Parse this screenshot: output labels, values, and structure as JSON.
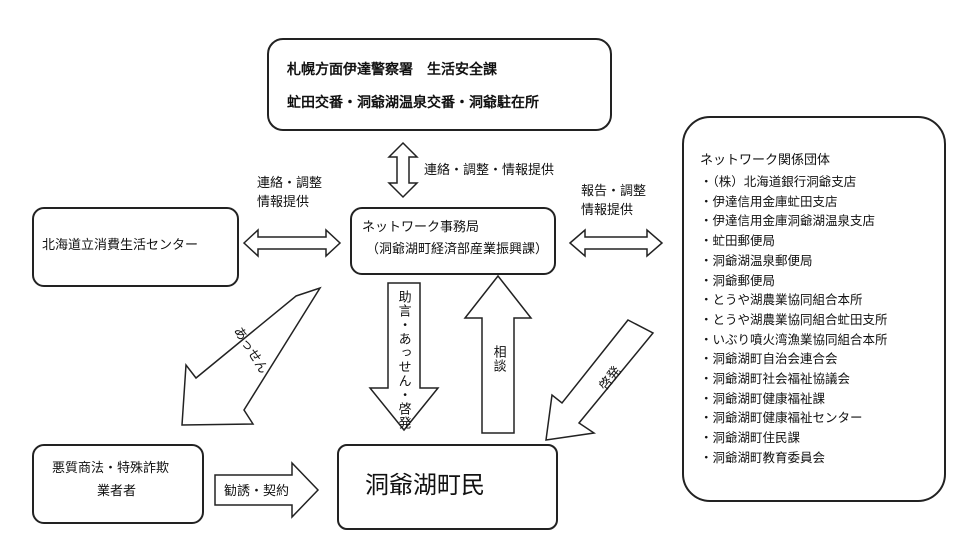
{
  "police": {
    "line1": "札幌方面伊達警察署　生活安全課",
    "line2": "虻田交番・洞爺湖温泉交番・洞爺駐在所"
  },
  "center": {
    "name": "北海道立消費生活センター"
  },
  "office": {
    "line1": "ネットワーク事務局",
    "line2": "（洞爺湖町経済部産業振興課）"
  },
  "network": {
    "title": "ネットワーク関係団体",
    "items": [
      "・（株）北海道銀行洞爺支店",
      "・伊達信用金庫虻田支店",
      "・伊達信用金庫洞爺湖温泉支店",
      "・虻田郵便局",
      "・洞爺湖温泉郵便局",
      "・洞爺郵便局",
      "・とうや湖農業協同組合本所",
      "・とうや湖農業協同組合虻田支所",
      "・いぶり噴火湾漁業協同組合本所",
      "・洞爺湖町自治会連合会",
      "・洞爺湖町社会福祉協議会",
      "・洞爺湖町健康福祉課",
      "・洞爺湖町健康福祉センター",
      "・洞爺湖町住民課",
      "・洞爺湖町教育委員会"
    ]
  },
  "vendor": {
    "line1": "悪質商法・特殊詐欺",
    "line2": "業者者"
  },
  "residents": {
    "name": "洞爺湖町民"
  },
  "labels": {
    "police_link": "連絡・調整・情報提供",
    "center_link_1": "連絡・調整",
    "center_link_2": "情報提供",
    "network_link_1": "報告・調整",
    "network_link_2": "情報提供",
    "advice": "助言・あっせん・啓発",
    "consult": "相談",
    "mediation": "あっせん",
    "enlighten": "啓発",
    "solicit": "勧誘・契約"
  }
}
